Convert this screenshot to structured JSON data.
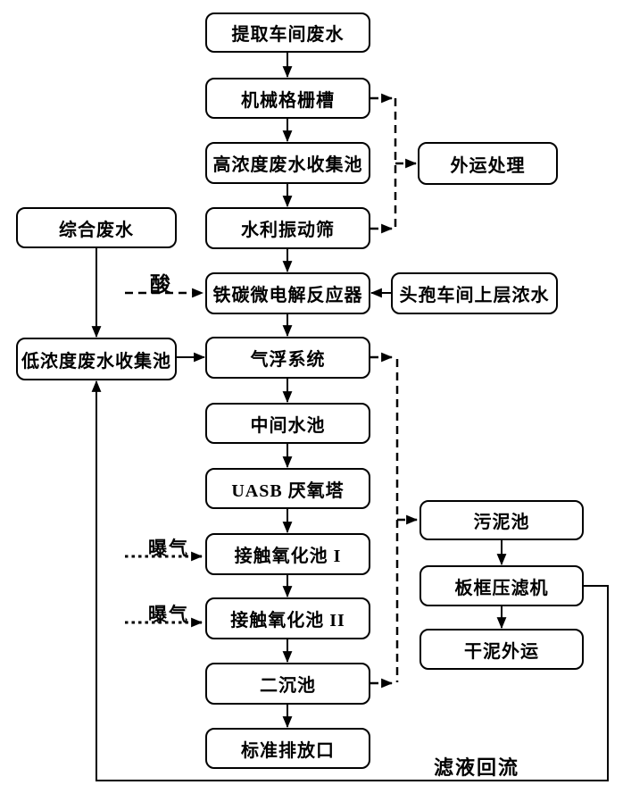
{
  "diagram": {
    "type": "flowchart",
    "language": "zh-CN",
    "colors": {
      "page_background": "#ffffff",
      "box_background": "#ffffff",
      "box_border": "#000000",
      "line": "#000000",
      "text": "#000000"
    },
    "nodes": [
      {
        "id": "extraction-wastewater",
        "label": "提取车间废水"
      },
      {
        "id": "mechanical-grid",
        "label": "机械格栅槽"
      },
      {
        "id": "high-conc-collection",
        "label": "高浓度废水收集池"
      },
      {
        "id": "hydraulic-vibrating-screen",
        "label": "水利振动筛"
      },
      {
        "id": "external-treatment",
        "label": "外运处理"
      },
      {
        "id": "comprehensive-wastewater",
        "label": "综合废水"
      },
      {
        "id": "iron-carbon-reactor",
        "label": "铁碳微电解反应器"
      },
      {
        "id": "cephalosporin-concentrate",
        "label": "头孢车间上层浓水"
      },
      {
        "id": "low-conc-collection",
        "label": "低浓度废水收集池"
      },
      {
        "id": "air-flotation",
        "label": "气浮系统"
      },
      {
        "id": "intermediate-pool",
        "label": "中间水池"
      },
      {
        "id": "uasb-tower",
        "label": "UASB 厌氧塔"
      },
      {
        "id": "contact-oxidation-1",
        "label": "接触氧化池 I"
      },
      {
        "id": "contact-oxidation-2",
        "label": "接触氧化池 II"
      },
      {
        "id": "secondary-sedimentation",
        "label": "二沉池"
      },
      {
        "id": "standard-outlet",
        "label": "标准排放口"
      },
      {
        "id": "sludge-pool",
        "label": "污泥池"
      },
      {
        "id": "plate-frame-filter",
        "label": "板框压滤机"
      },
      {
        "id": "dry-mud-transport",
        "label": "干泥外运"
      }
    ],
    "labels": {
      "acid": "酸",
      "aeration_1": "曝气",
      "aeration_2": "曝气",
      "filtrate_return": "滤液回流"
    },
    "edges": [
      {
        "from": "提取车间废水",
        "to": "机械格栅槽",
        "style": "solid"
      },
      {
        "from": "机械格栅槽",
        "to": "高浓度废水收集池",
        "style": "solid"
      },
      {
        "from": "高浓度废水收集池",
        "to": "水利振动筛",
        "style": "solid"
      },
      {
        "from": "水利振动筛",
        "to": "铁碳微电解反应器",
        "style": "solid"
      },
      {
        "from": "机械格栅槽",
        "to": "外运处理",
        "style": "dashed"
      },
      {
        "from": "水利振动筛",
        "to": "外运处理",
        "style": "dashed"
      },
      {
        "from": "综合废水",
        "to": "低浓度废水收集池",
        "style": "solid"
      },
      {
        "from": "酸",
        "to": "铁碳微电解反应器",
        "style": "dashed"
      },
      {
        "from": "头孢车间上层浓水",
        "to": "铁碳微电解反应器",
        "style": "solid"
      },
      {
        "from": "铁碳微电解反应器",
        "to": "气浮系统",
        "style": "solid"
      },
      {
        "from": "低浓度废水收集池",
        "to": "气浮系统",
        "style": "solid"
      },
      {
        "from": "气浮系统",
        "to": "中间水池",
        "style": "solid"
      },
      {
        "from": "中间水池",
        "to": "UASB 厌氧塔",
        "style": "solid"
      },
      {
        "from": "UASB 厌氧塔",
        "to": "接触氧化池 I",
        "style": "solid"
      },
      {
        "from": "曝气",
        "to": "接触氧化池 I",
        "style": "dotted"
      },
      {
        "from": "接触氧化池 I",
        "to": "接触氧化池 II",
        "style": "solid"
      },
      {
        "from": "曝气",
        "to": "接触氧化池 II",
        "style": "dotted"
      },
      {
        "from": "接触氧化池 II",
        "to": "二沉池",
        "style": "solid"
      },
      {
        "from": "二沉池",
        "to": "标准排放口",
        "style": "solid"
      },
      {
        "from": "气浮系统",
        "to": "污泥池",
        "style": "dashed"
      },
      {
        "from": "二沉池",
        "to": "污泥池",
        "style": "dashed"
      },
      {
        "from": "污泥池",
        "to": "板框压滤机",
        "style": "solid"
      },
      {
        "from": "板框压滤机",
        "to": "干泥外运",
        "style": "solid"
      },
      {
        "from": "板框压滤机",
        "to": "低浓度废水收集池",
        "style": "solid",
        "label": "滤液回流"
      }
    ]
  }
}
